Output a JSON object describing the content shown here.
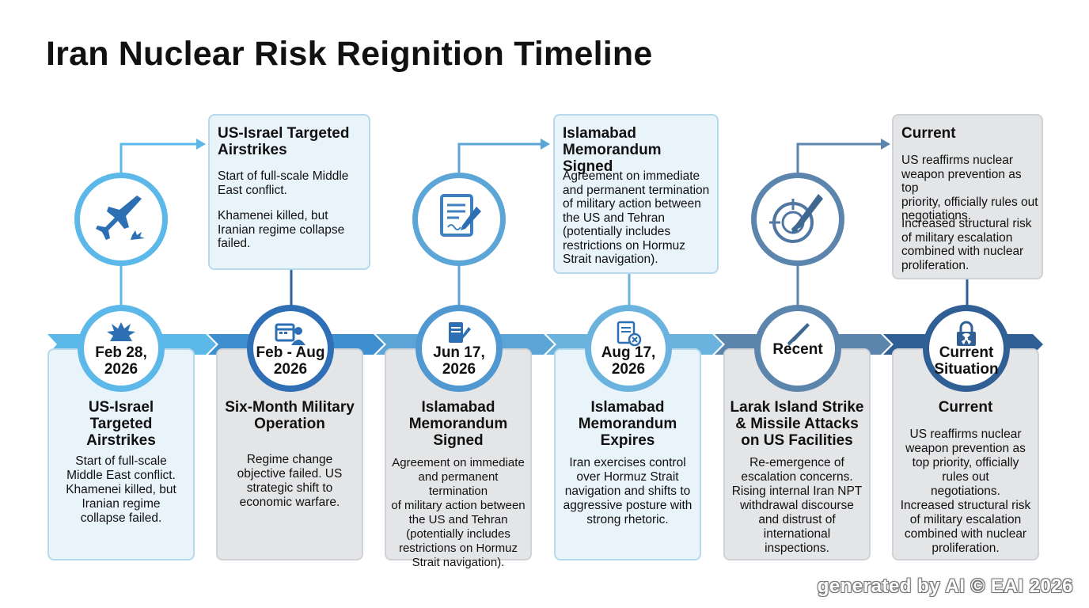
{
  "title": "Iran Nuclear Risk Reignition Timeline",
  "colors": {
    "light_blue": "#5bb8e8",
    "mid_blue": "#3d8fcf",
    "steel_blue": "#5b85ad",
    "navy": "#2f5f94",
    "card_blue": "#e8f3fa",
    "card_grey": "#e4e5e7"
  },
  "events": [
    {
      "date": "Feb 28,\n2026",
      "icon": "explosion-icon",
      "card_title": "US-Israel\nTargeted\nAirstrikes",
      "card_body": "Start of full-scale\nMiddle East conflict.\nKhamenei killed, but\nIranian regime\ncollapse failed."
    },
    {
      "date": "Feb - Aug\n2026",
      "icon": "calendar-person-icon",
      "card_title": "Six-Month Military\nOperation",
      "card_body": "Regime change\nobjective failed. US\nstrategic shift to\neconomic warfare."
    },
    {
      "date": "Jun 17,\n2026",
      "icon": "signed-document-icon",
      "card_title": "Islamabad\nMemorandum\nSigned",
      "card_body": "Agreement on immediate\nand permanent termination\nof military action between\nthe US and Tehran\n(potentially includes\nrestrictions on Hormuz\nStrait navigation)."
    },
    {
      "date": "Aug 17,\n2026",
      "icon": "expired-document-icon",
      "card_title": "Islamabad\nMemorandum\nExpires",
      "card_body": "Iran exercises control\nover Hormuz Strait\nnavigation and shifts to\naggressive posture with\nstrong rhetoric."
    },
    {
      "date": "Recent",
      "icon": "missile-icon",
      "card_title": "Larak Island Strike\n& Missile Attacks\non US Facilities",
      "card_body": "Re-emergence of\nescalation concerns.\nRising internal Iran NPT\nwithdrawal discourse\nand distrust of\ninternational\ninspections."
    },
    {
      "date": "Current\nSituation",
      "icon": "nuclear-lock-icon",
      "card_title": "Current",
      "card_body": "US reaffirms nuclear\nweapon prevention as\ntop priority, officially\nrules out\nnegotiations.\nIncreased structural risk\nof military escalation\ncombined with nuclear\nproliferation."
    }
  ],
  "highlights": [
    {
      "icon": "fighter-jet-icon",
      "title": "US-Israel Targeted\nAirstrikes",
      "body1": "Start of full-scale Middle\nEast conflict.",
      "body2": "Khamenei killed, but\nIranian regime collapse\nfailed."
    },
    {
      "icon": "document-signing-icon",
      "title": "Islamabad\nMemorandum Signed",
      "body1": "Agreement on immediate\nand permanent termination\nof military action between\nthe US and Tehran\n(potentially includes\nrestrictions on Hormuz\nStrait navigation).",
      "body2": ""
    },
    {
      "icon": "missile-target-icon",
      "title": "Current",
      "body1": "US reaffirms nuclear\nweapon prevention as top\npriority, officially rules out\nnegotiations.",
      "body2": "Increased structural risk\nof military escalation\ncombined with nuclear\nproliferation."
    }
  ],
  "watermark": "generated by AI © EAI 2026"
}
